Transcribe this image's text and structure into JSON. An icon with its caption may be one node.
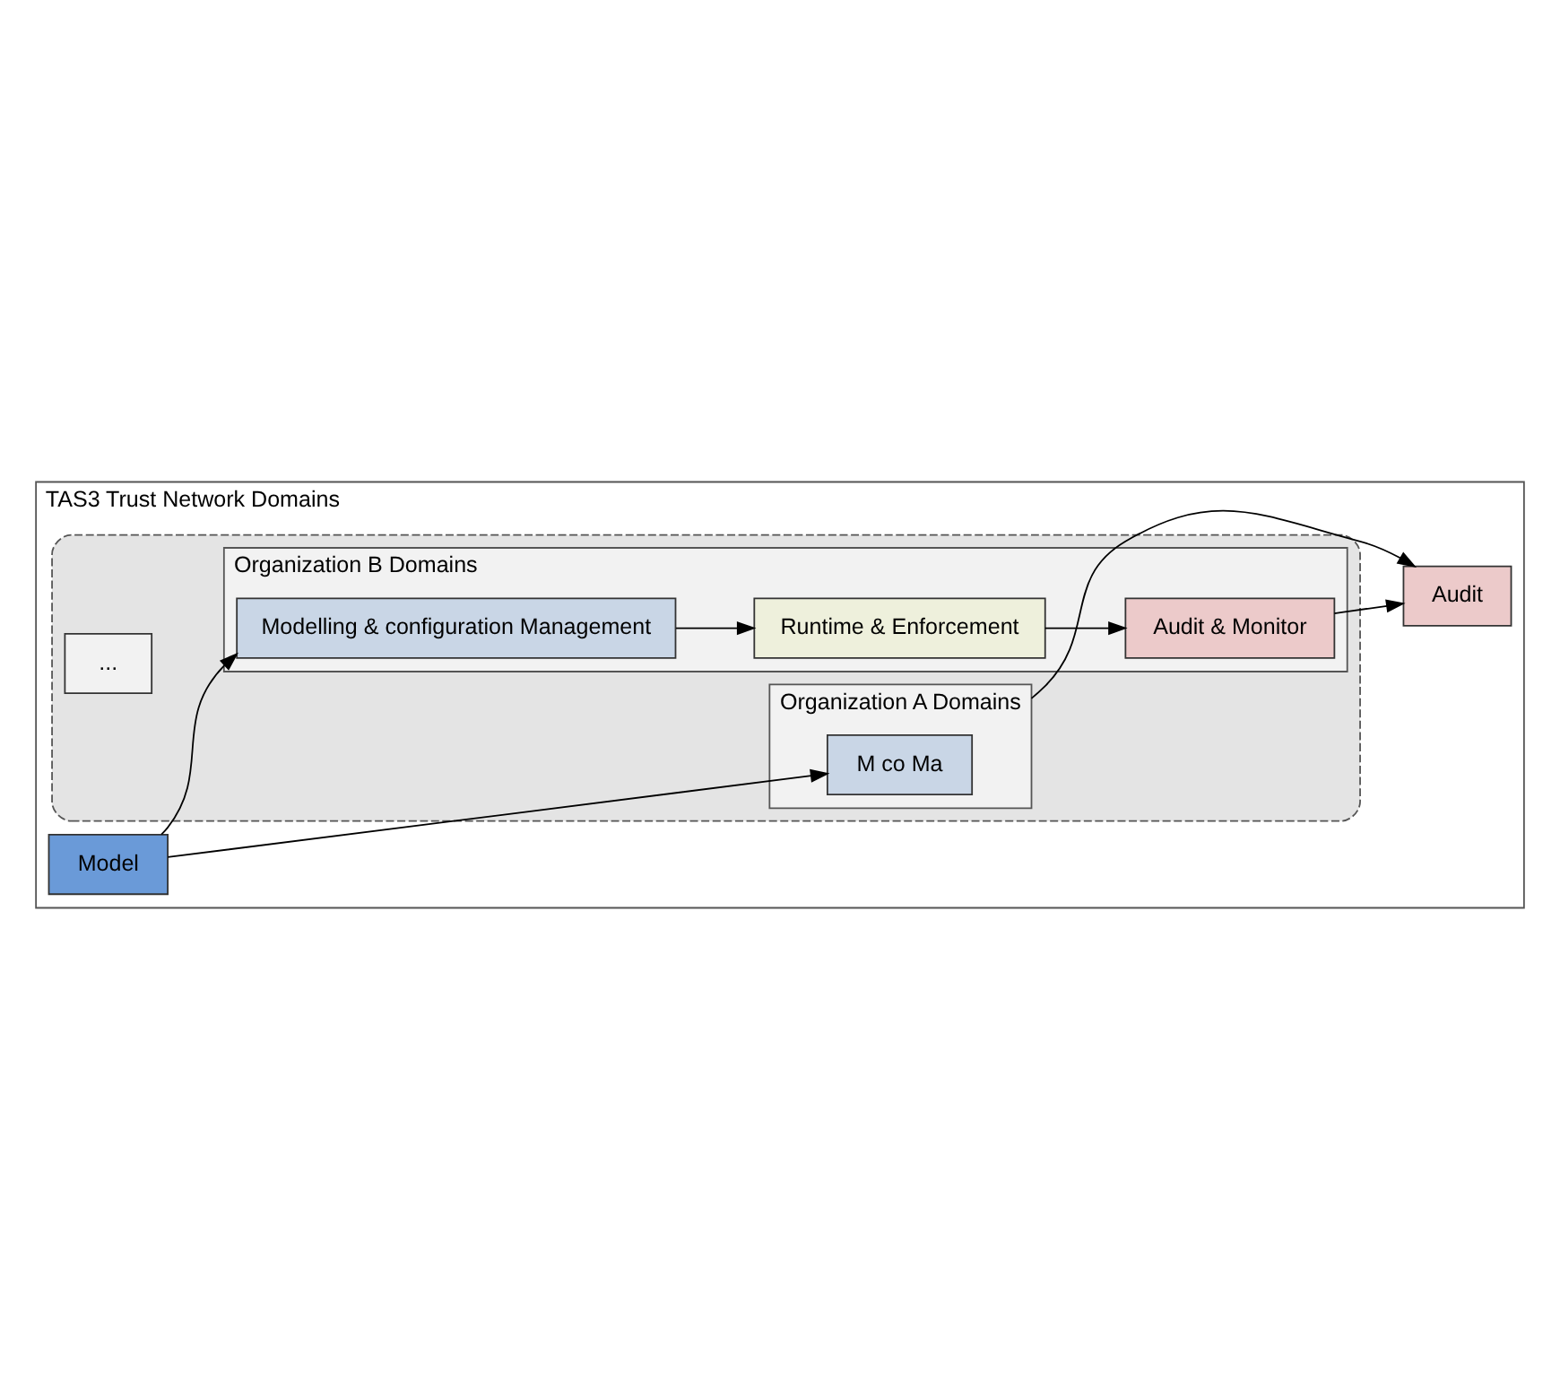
{
  "diagram": {
    "nodes": [
      {
        "text": [
          "TAS3 Trust Network Domains"
        ]
      },
      {
        "text": [
          "Audit"
        ],
        "in": 0
      },
      {
        "text": [],
        "shape": "box",
        "in": 0
      },
      {
        "text": [
          "Organization A Domains"
        ],
        "in": 2
      },
      {
        "text": [
          "..."
        ],
        "in": 2
      },
      {
        "text": [
          "Organization B Domains"
        ],
        "in": 2
      },
      {
        "text": [
          "M co Ma"
        ],
        "in": 3
      },
      {
        "text": [
          "Audit & Monitor"
        ],
        "in": 5
      },
      {
        "text": [
          "Modelling & configuration Management"
        ],
        "in": 5
      },
      {
        "text": [
          "Runtime & Enforcement"
        ],
        "in": 5
      },
      {
        "text": [
          "Model"
        ],
        "in": 0
      }
    ],
    "edges": [
      {
        "from": 10,
        "to": 6,
        "arrow": "to"
      },
      {
        "from": 10,
        "to": 8,
        "arrow": "to"
      },
      {
        "from": 8,
        "to": 9,
        "arrow": "to"
      },
      {
        "from": 9,
        "to": 7,
        "arrow": "to"
      },
      {
        "from": 3,
        "to": 1,
        "arrow": "to"
      },
      {
        "from": 7,
        "to": 1,
        "arrow": "to"
      }
    ]
  }
}
